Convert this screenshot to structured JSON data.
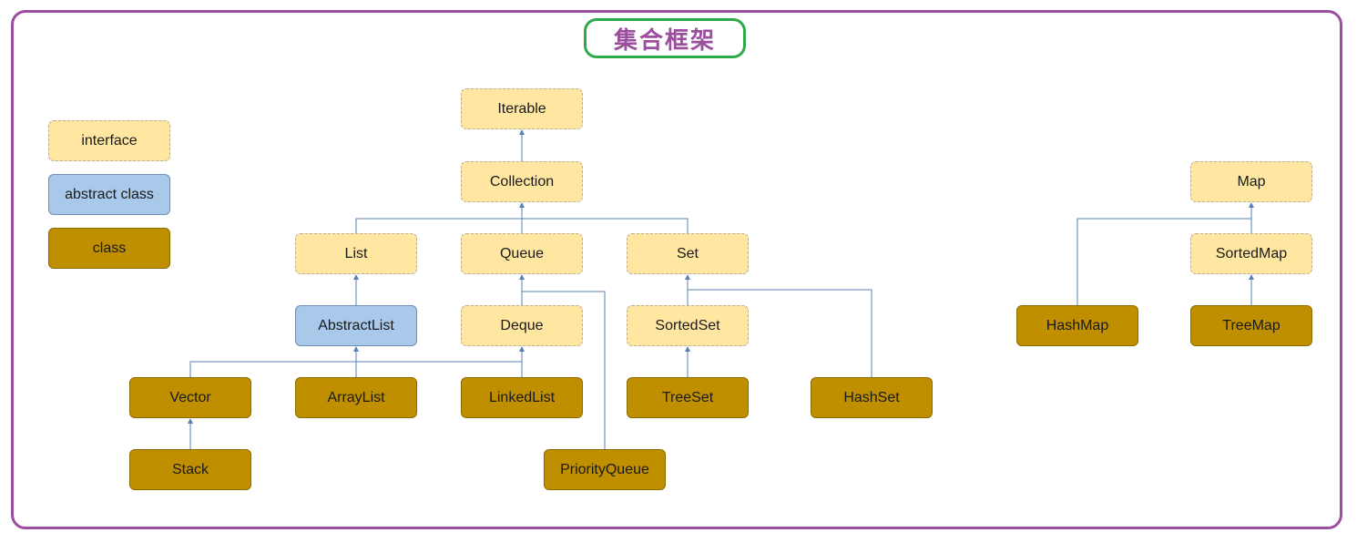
{
  "title": "集合框架",
  "legend": {
    "interface": "interface",
    "abstract_class": "abstract class",
    "class": "class"
  },
  "nodes": {
    "iterable": "Iterable",
    "collection": "Collection",
    "list": "List",
    "queue": "Queue",
    "set": "Set",
    "abstract_list": "AbstractList",
    "deque": "Deque",
    "sorted_set": "SortedSet",
    "vector": "Vector",
    "array_list": "ArrayList",
    "linked_list": "LinkedList",
    "tree_set": "TreeSet",
    "hash_set": "HashSet",
    "stack": "Stack",
    "priority_queue": "PriorityQueue",
    "map": "Map",
    "sorted_map": "SortedMap",
    "hash_map": "HashMap",
    "tree_map": "TreeMap"
  },
  "colors": {
    "frame": "#9b4f9e",
    "title_border": "#2eaa48",
    "interface": "#ffe6a1",
    "abstract_class": "#a8c9ea",
    "class": "#bf8f00",
    "connector": "#5b7fb5"
  }
}
